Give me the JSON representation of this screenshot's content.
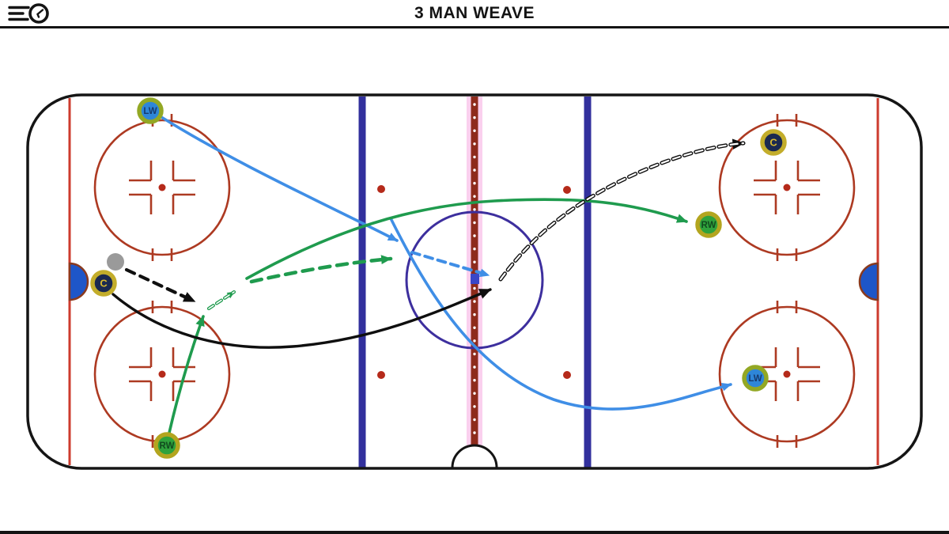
{
  "header": {
    "title": "3 MAN WEAVE",
    "logo": "flying-puck-icon"
  },
  "colors": {
    "lw_blue": "#3f8ee6",
    "rw_green": "#1f9b4e",
    "c_black": "#0f0f0f",
    "puck_gray": "#9a9a9a",
    "rail_white": "#ffffff"
  },
  "rink": {
    "boards": "#151515",
    "goal_line": "#cd3b2e",
    "faceoff_red": "#ad3a22",
    "dot_red": "#b52a1a",
    "blue_line": "#32309d",
    "center_line": "#8e2b1c",
    "center_glow": "#fad0ee",
    "center_dots": "#ffffff",
    "center_circle": "#3d2f9e",
    "center_dot": "#3946c8",
    "crease_fill": "#1e56c8",
    "crease_stroke": "#8a3a1e",
    "ref_crease": "#141414"
  },
  "markers": [
    {
      "id": "lw-start",
      "label": "LW",
      "fill": "#2e86d8",
      "border": "#93a824",
      "text_color": "#173a6e"
    },
    {
      "id": "c-start",
      "label": "C",
      "fill": "#1b2950",
      "border": "#c3ad2b",
      "text_color": "#d9b92f"
    },
    {
      "id": "rw-start",
      "label": "RW",
      "fill": "#2fa23c",
      "border": "#b3a51f",
      "text_color": "#114a1e"
    },
    {
      "id": "c-end",
      "label": "C",
      "fill": "#1b2950",
      "border": "#c3ad2b",
      "text_color": "#d9b92f"
    },
    {
      "id": "rw-end",
      "label": "RW",
      "fill": "#2fa23c",
      "border": "#b3a51f",
      "text_color": "#114a1e"
    },
    {
      "id": "lw-end",
      "label": "LW",
      "fill": "#2e86d8",
      "border": "#93a824",
      "text_color": "#173a6e"
    }
  ],
  "paths": [
    {
      "name": "c-pass",
      "actor": "C",
      "style": "dashed",
      "color": "black"
    },
    {
      "name": "c-skate-across",
      "actor": "C",
      "style": "solid",
      "color": "black"
    },
    {
      "name": "c-weave-to-zone",
      "actor": "C",
      "style": "double-dashed",
      "color": "black"
    },
    {
      "name": "rw-skate-up",
      "actor": "RW",
      "style": "solid",
      "color": "green"
    },
    {
      "name": "rw-receive",
      "actor": "RW",
      "style": "double-dashed",
      "color": "green"
    },
    {
      "name": "rw-pass",
      "actor": "RW",
      "style": "dashed",
      "color": "green"
    },
    {
      "name": "rw-skate-across",
      "actor": "RW",
      "style": "solid",
      "color": "green"
    },
    {
      "name": "lw-skate-down",
      "actor": "LW",
      "style": "solid",
      "color": "blue"
    },
    {
      "name": "lw-pass",
      "actor": "LW",
      "style": "dashed",
      "color": "blue"
    },
    {
      "name": "lw-skate-across",
      "actor": "LW",
      "style": "solid",
      "color": "blue"
    }
  ]
}
